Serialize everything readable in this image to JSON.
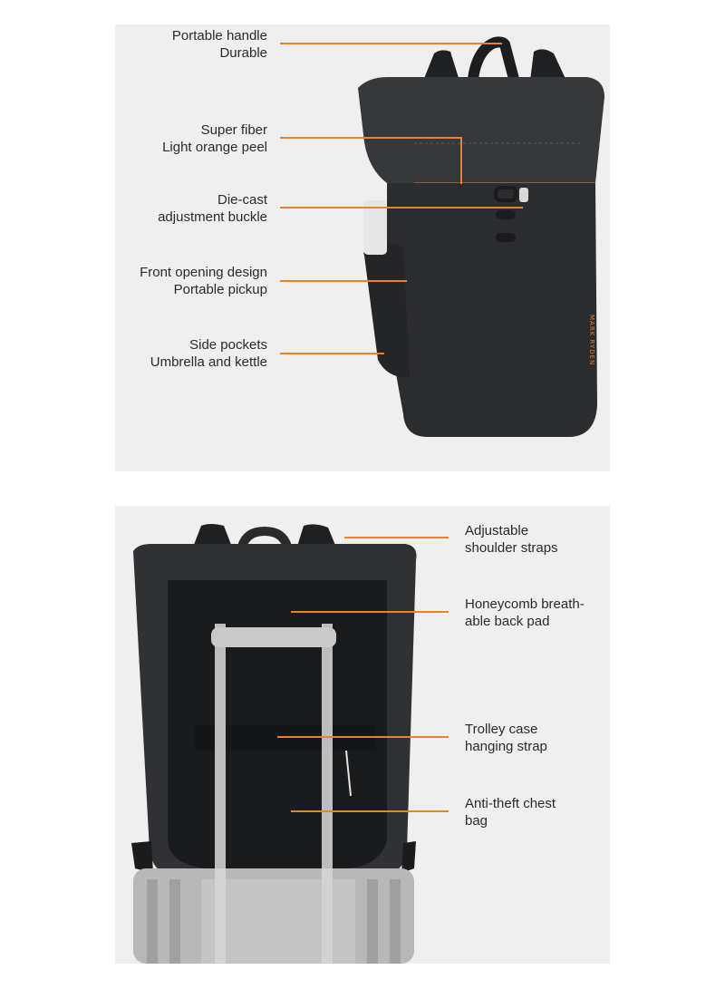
{
  "top_callouts": [
    {
      "line1": "Portable handle",
      "line2": "Durable"
    },
    {
      "line1": "Super fiber",
      "line2": "Light orange peel"
    },
    {
      "line1": "Die-cast",
      "line2": "adjustment buckle"
    },
    {
      "line1": "Front opening design",
      "line2": "Portable pickup"
    },
    {
      "line1": "Side pockets",
      "line2": "Umbrella and kettle"
    }
  ],
  "bottom_callouts": [
    {
      "line1": "Adjustable",
      "line2": "shoulder straps"
    },
    {
      "line1": "Honeycomb breath-",
      "line2": "able back pad"
    },
    {
      "line1": "Trolley case",
      "line2": "hanging strap"
    },
    {
      "line1": "Anti-theft chest",
      "line2": "bag"
    }
  ],
  "brand_text": "MARK RYDEN",
  "colors": {
    "accent": "#e8822d",
    "backpack": "#2b2c2e",
    "panel_bg": "#efefef",
    "text": "#2a2a2a"
  }
}
